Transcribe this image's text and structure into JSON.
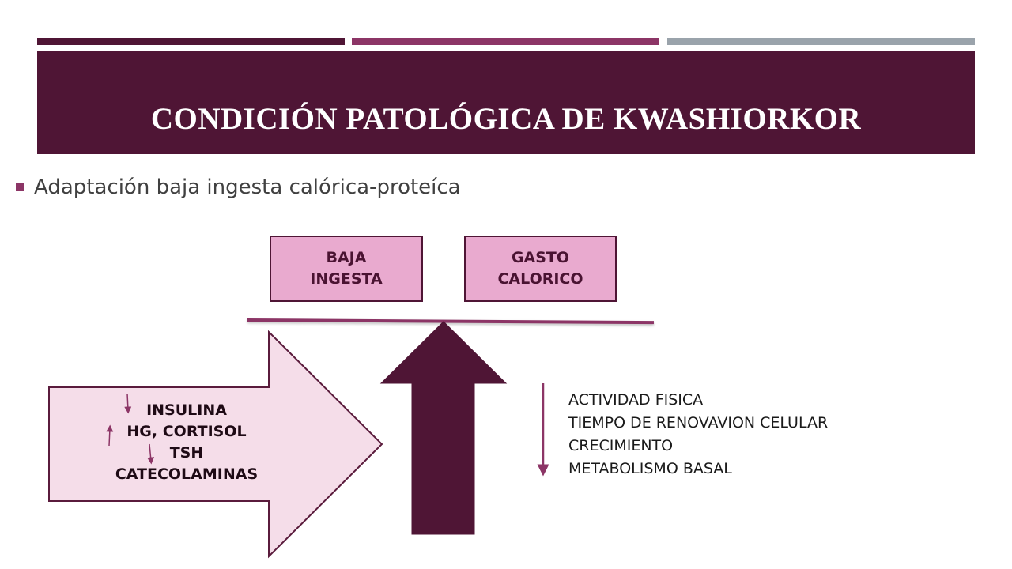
{
  "colors": {
    "dark_maroon": "#4f1535",
    "magenta": "#8c3566",
    "grey": "#9aa3ab",
    "pink_box": "#e9aacf",
    "light_pink_arrow": "#f5dde9",
    "arrow_stroke": "#5a1b3c"
  },
  "header": {
    "title": "CONDICIÓN PATOLÓGICA DE KWASHIORKOR"
  },
  "bullets": [
    {
      "text": "Adaptación baja ingesta calórica-proteíca"
    }
  ],
  "balance": {
    "left_box": [
      "BAJA",
      "INGESTA"
    ],
    "right_box": [
      "GASTO",
      "CALORICO"
    ]
  },
  "hormones": {
    "items": [
      {
        "label": "INSULINA",
        "trend": "down"
      },
      {
        "label": "HG, CORTISOL",
        "trend": "up"
      },
      {
        "label": "TSH",
        "trend": "down"
      },
      {
        "label": "CATECOLAMINAS",
        "trend": "none"
      }
    ]
  },
  "effects": {
    "trend": "down",
    "items": [
      "ACTIVIDAD FISICA",
      "TIEMPO DE RENOVAVION CELULAR",
      "CRECIMIENTO",
      "METABOLISMO BASAL"
    ]
  }
}
